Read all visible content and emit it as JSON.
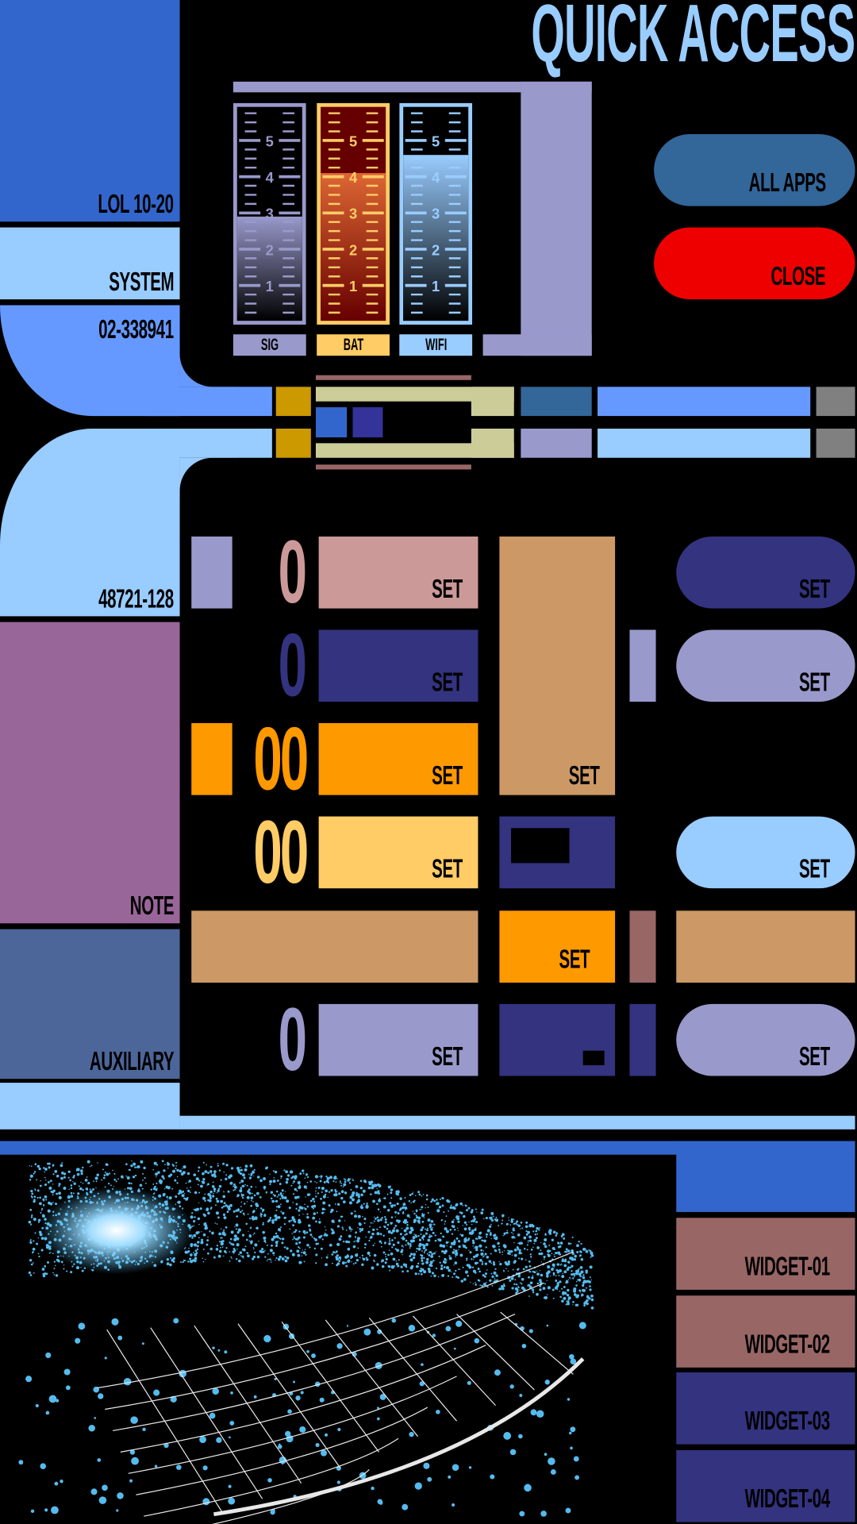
{
  "header": {
    "title": "QUICK ACCESS"
  },
  "sidebar": {
    "items": [
      {
        "label": "LOL 10-20",
        "color": "#3366cc"
      },
      {
        "label": "SYSTEM",
        "color": "#99ccff"
      },
      {
        "label": "02-338941",
        "color": "#6699ff"
      },
      {
        "label": "48721-128",
        "color": "#99ccff"
      },
      {
        "label": "NOTE",
        "color": "#996699"
      },
      {
        "label": "AUXILIARY",
        "color": "#4d6699"
      }
    ]
  },
  "gauges": [
    {
      "label": "SIG",
      "level": 2.9,
      "max": 5,
      "frame": "#9999cc",
      "fill_top": "#9999cc",
      "fill_bottom": "#000000"
    },
    {
      "label": "BAT",
      "level": 4.1,
      "max": 5,
      "frame": "#ffcc66",
      "fill_top": "#dd6633",
      "fill_bottom": "#660000",
      "empty": "#660000"
    },
    {
      "label": "WIFI",
      "level": 4.6,
      "max": 5,
      "frame": "#99ccff",
      "fill_top": "#99ccff",
      "fill_bottom": "#000000"
    }
  ],
  "gauge_ticks": [
    "1",
    "2",
    "3",
    "4",
    "5"
  ],
  "buttons": {
    "all_apps": {
      "label": "ALL APPS",
      "color": "#336699"
    },
    "close": {
      "label": "CLOSE",
      "color": "#ee0000"
    }
  },
  "controls": {
    "set_label": "SET",
    "digit_single": "0",
    "digit_double": "00"
  },
  "widgets": [
    {
      "label": "WIDGET-01",
      "color": "#996666"
    },
    {
      "label": "WIDGET-02",
      "color": "#996666"
    },
    {
      "label": "WIDGET-03",
      "color": "#333380"
    },
    {
      "label": "WIDGET-04",
      "color": "#333380"
    }
  ]
}
